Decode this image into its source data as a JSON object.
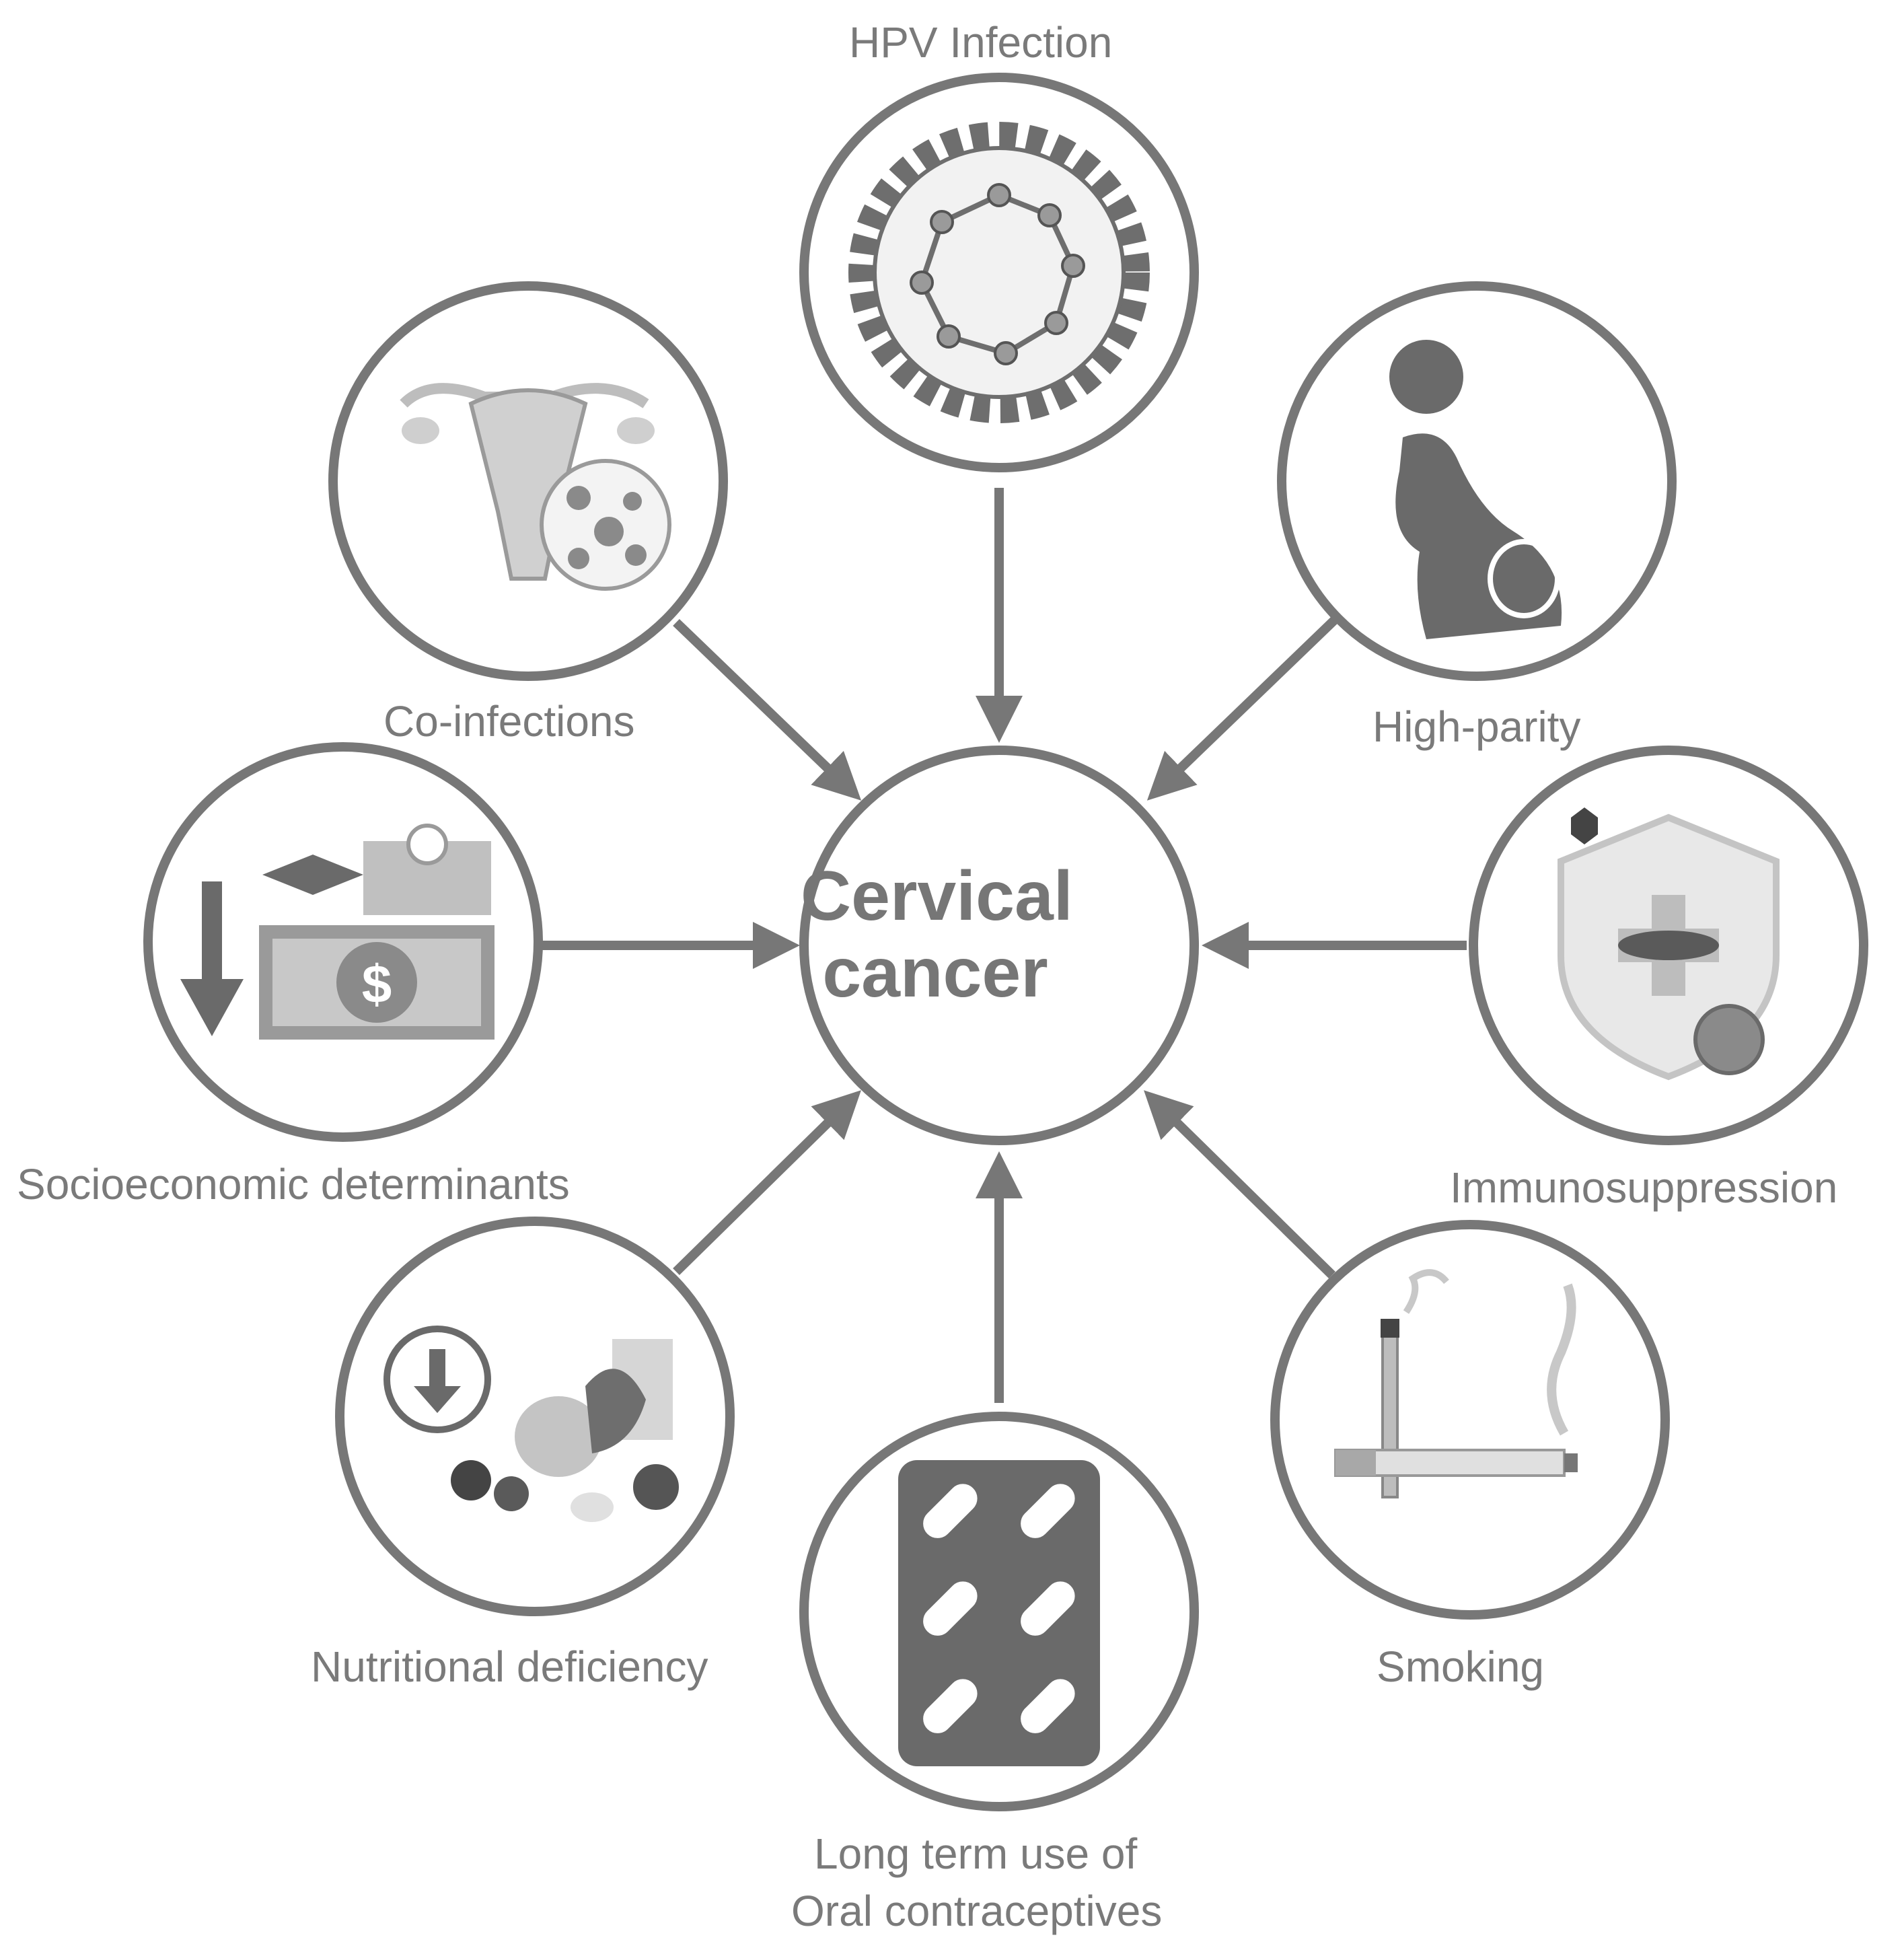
{
  "center": {
    "line1": "Cervical",
    "line2": "cancer"
  },
  "factors": {
    "hpv": "HPV Infection",
    "coinfections": "Co-infections",
    "parity": "High-parity",
    "socioeconomic": "Socioeconomic determinants",
    "immuno": "Immunosuppression",
    "nutrition": "Nutritional deficiency",
    "smoking": "Smoking",
    "oral_line1": "Long term use of",
    "oral_line2": "Oral contraceptives"
  },
  "icons": {
    "hpv": "virus-icon",
    "coinfections": "uterus-pathogens-icon",
    "parity": "pregnant-woman-icon",
    "socioeconomic": "money-education-hospital-decline-icon",
    "immuno": "shield-virus-icon",
    "nutrition": "food-decline-icon",
    "smoking": "cigarette-ecigarette-icon",
    "oral": "pill-pack-icon"
  },
  "colors": {
    "stroke": "#7a7a7a",
    "fill_dark": "#6e6e6e",
    "fill_light": "#bdbdbd",
    "text": "#7a7a7a"
  }
}
